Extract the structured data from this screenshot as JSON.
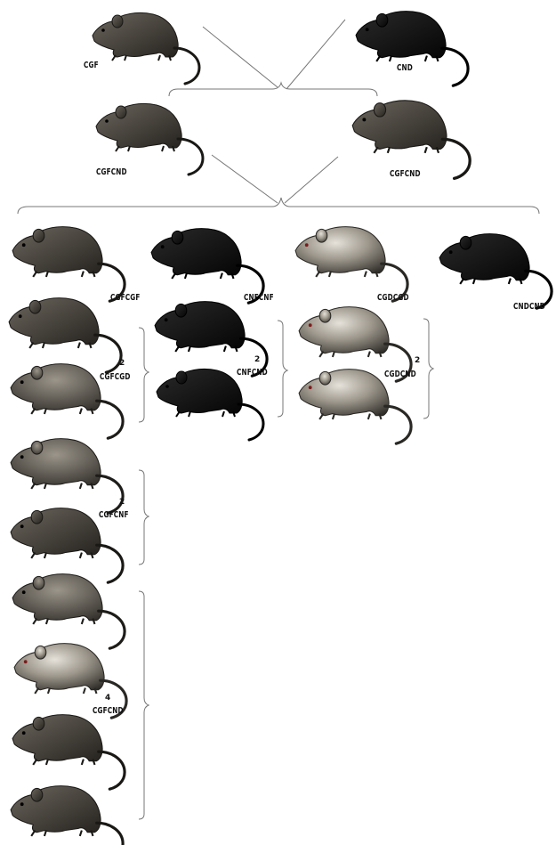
{
  "figure": {
    "parents": {
      "left_label": "CGF",
      "right_label": "CND"
    },
    "f1": {
      "left_label": "CGFCND",
      "right_label": "CGFCND"
    },
    "f2_pure": [
      "CGFCGF",
      "CNFCNF",
      "CGDCGD",
      "CNDCND"
    ],
    "groups": [
      {
        "count": "2",
        "label": "CGFCGD"
      },
      {
        "count": "2",
        "label": "CNFCND"
      },
      {
        "count": "2",
        "label": "CGDCND"
      },
      {
        "count": "2",
        "label": "CGFCNF"
      },
      {
        "count": "4",
        "label": "CGFCND"
      }
    ]
  },
  "colors": {
    "agouti": "#3d3a35",
    "agouti_light": "#6b665d",
    "black": "#0d0d0d",
    "piebald_light": "#cfcac0",
    "ink": "#111111"
  }
}
